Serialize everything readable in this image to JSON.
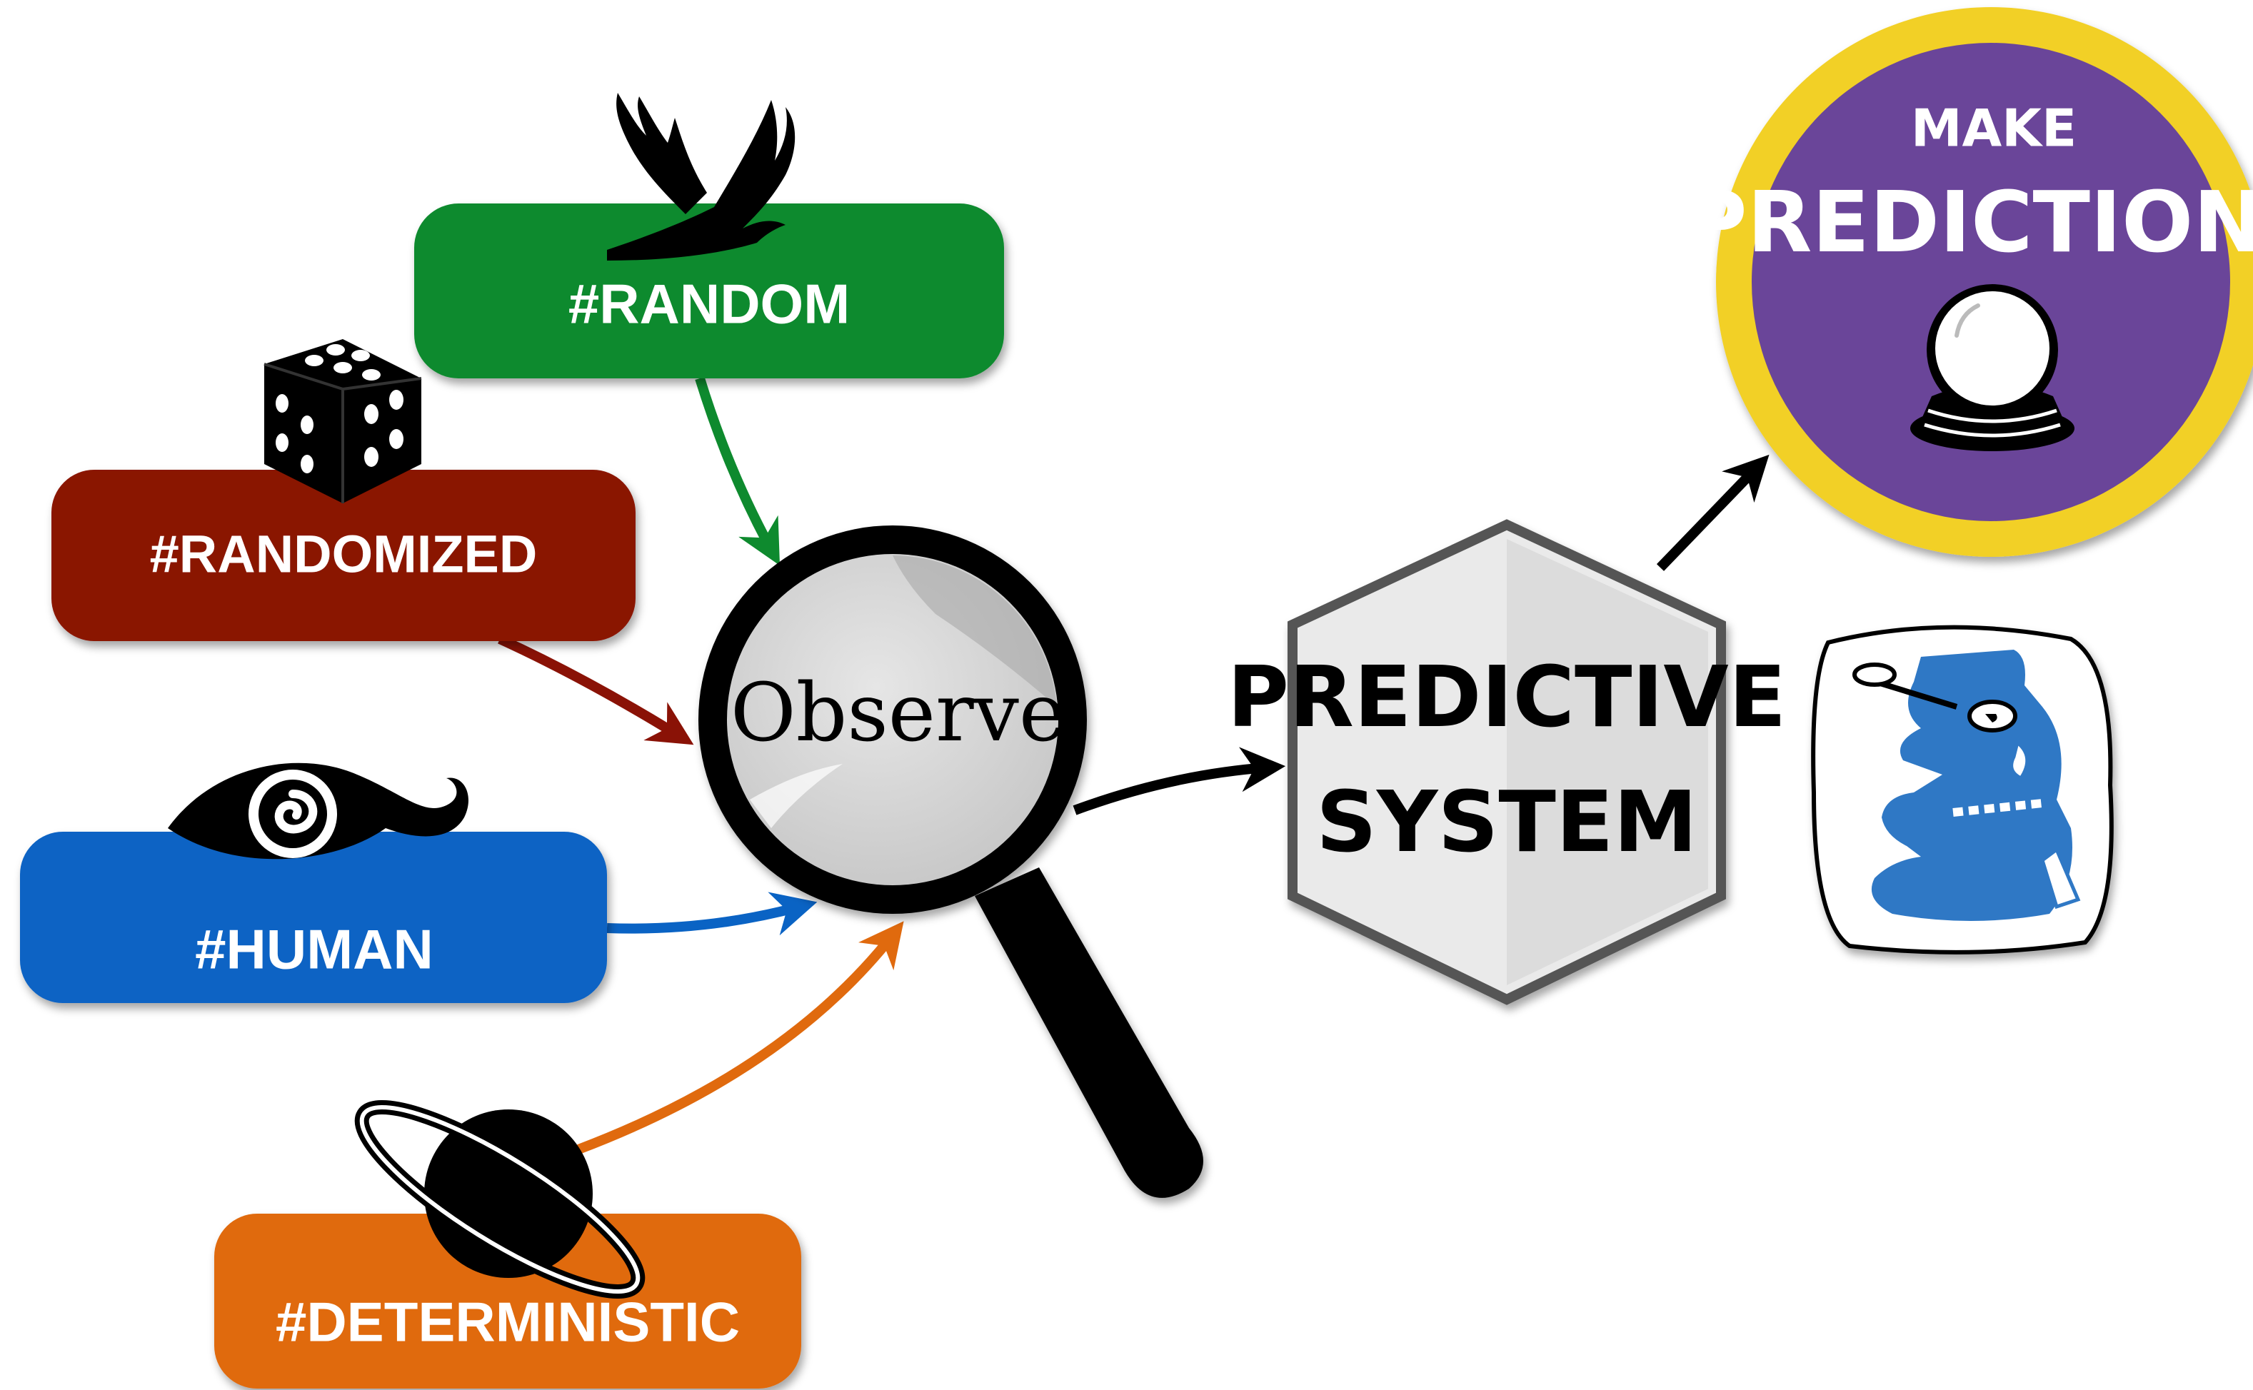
{
  "labels": {
    "random": "#RANDOM",
    "randomized": "#RANDOMIZED",
    "human": "#HUMAN",
    "deterministic": "#DETERMINISTIC"
  },
  "center": {
    "observe": "Observe"
  },
  "system": {
    "line1": "PREDICTIVE",
    "line2": "SYSTEM"
  },
  "prediction": {
    "line1": "MAKE",
    "line2": "PREDICTION!"
  },
  "colors": {
    "random": "#0e8a2e",
    "randomized": "#8a1206",
    "human": "#0a63c4",
    "deterministic": "#e06a0e",
    "prediction_ring": "#f2d027",
    "prediction_fill": "#6a4599",
    "glyph_blue": "#2f78c5"
  },
  "icons": {
    "random": "bird-icon",
    "randomized": "dice-icon",
    "human": "eye-icon",
    "deterministic": "planet-icon",
    "center": "magnifying-glass-icon",
    "prediction": "crystal-ball-icon",
    "glyph": "maya-glyph-icon"
  }
}
